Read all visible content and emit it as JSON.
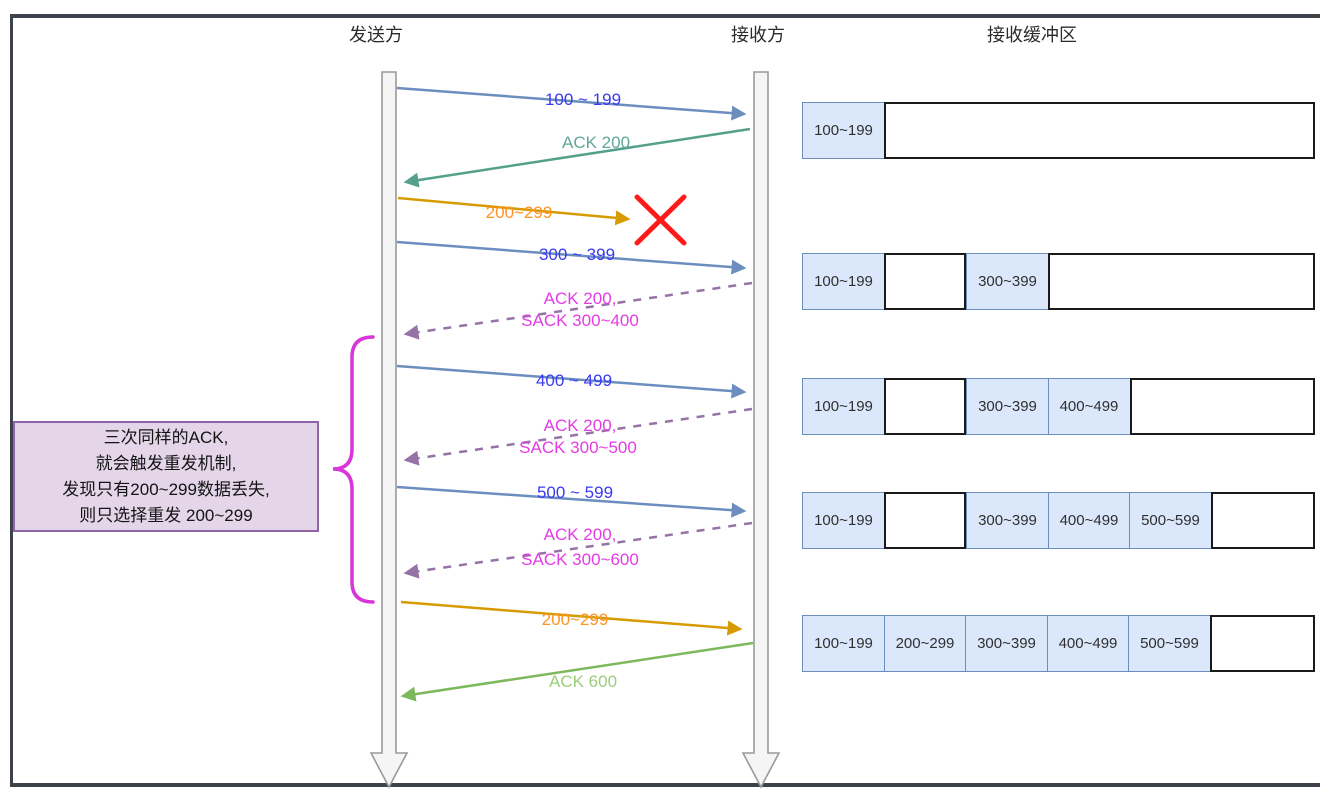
{
  "header": {
    "sender": "发送方",
    "receiver": "接收方",
    "buffer": "接收缓冲区"
  },
  "messages": {
    "seg1": "100 ~ 199",
    "ack1": "ACK 200",
    "seg2_lost": "200~299",
    "seg3": "300 ~ 399",
    "sack1_line1": "ACK 200,",
    "sack1_line2": "SACK 300~400",
    "seg4": "400 ~ 499",
    "sack2_line1": "ACK 200,",
    "sack2_line2": "SACK 300~500",
    "seg5": "500 ~ 599",
    "sack3_line1": "ACK 200,",
    "sack3_line2": "SACK 300~600",
    "seg2_retransmit": "200~299",
    "ack_final": "ACK 600"
  },
  "note": {
    "line1": "三次同样的ACK,",
    "line2": "就会触发重发机制,",
    "line3": "发现只有200~299数据丢失,",
    "line4": "则只选择重发 200~299"
  },
  "buffer_rows": [
    {
      "cells": [
        {
          "type": "data",
          "label": "100~199"
        },
        {
          "type": "free",
          "label": ""
        }
      ]
    },
    {
      "cells": [
        {
          "type": "data",
          "label": "100~199"
        },
        {
          "type": "gap",
          "label": ""
        },
        {
          "type": "data",
          "label": "300~399"
        },
        {
          "type": "free",
          "label": ""
        }
      ]
    },
    {
      "cells": [
        {
          "type": "data",
          "label": "100~199"
        },
        {
          "type": "gap",
          "label": ""
        },
        {
          "type": "data",
          "label": "300~399"
        },
        {
          "type": "data",
          "label": "400~499"
        },
        {
          "type": "free",
          "label": ""
        }
      ]
    },
    {
      "cells": [
        {
          "type": "data",
          "label": "100~199"
        },
        {
          "type": "gap",
          "label": ""
        },
        {
          "type": "data",
          "label": "300~399"
        },
        {
          "type": "data",
          "label": "400~499"
        },
        {
          "type": "data",
          "label": "500~599"
        },
        {
          "type": "free",
          "label": ""
        }
      ]
    },
    {
      "cells": [
        {
          "type": "data",
          "label": "100~199"
        },
        {
          "type": "data",
          "label": "200~299"
        },
        {
          "type": "data",
          "label": "300~399"
        },
        {
          "type": "data",
          "label": "400~499"
        },
        {
          "type": "data",
          "label": "500~599"
        },
        {
          "type": "free",
          "label": ""
        }
      ]
    }
  ],
  "colors": {
    "arrow_blue": "#6c8ebf",
    "arrow_teal": "#54a08a",
    "arrow_orange": "#d79b00",
    "arrow_purple_dashed": "#9673a6",
    "arrow_green": "#7cb85c",
    "text_blue": "#3a3af2",
    "text_teal": "#63a79a",
    "text_orange": "#ff9224",
    "text_magenta": "#e43ce4",
    "text_green": "#9bce7c",
    "loss_cross_red": "#ff1a1a",
    "brace_magenta": "#d935d9",
    "buffer_fill": "#dbe8fc",
    "buffer_border": "#6c8ebf",
    "note_fill": "#e4d5e9",
    "note_border": "#9065a8",
    "lifeline_fill": "#f5f5f5",
    "lifeline_border": "#9a9a9a",
    "frame_border": "#3e434b"
  }
}
